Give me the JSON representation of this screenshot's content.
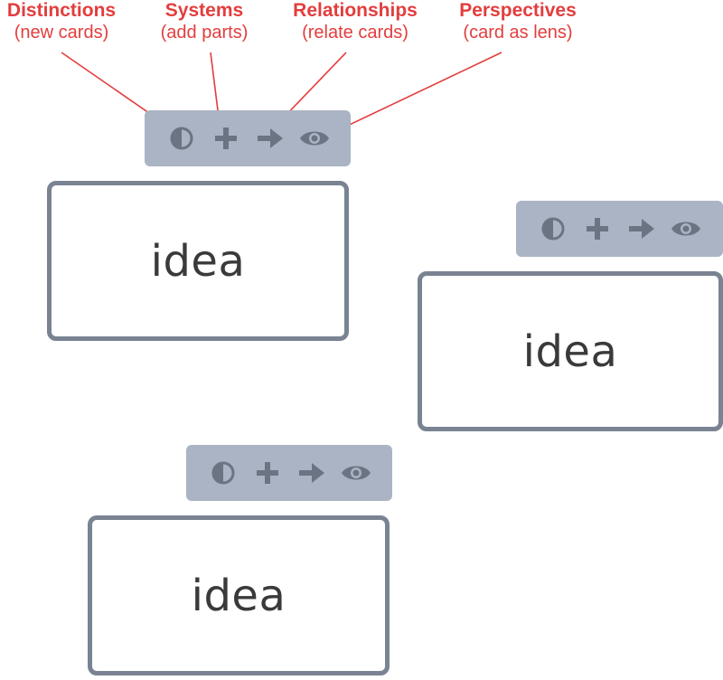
{
  "annotations": [
    {
      "title": "Distinctions",
      "subtitle": "(new cards)"
    },
    {
      "title": "Systems",
      "subtitle": "(add parts)"
    },
    {
      "title": "Relationships",
      "subtitle": "(relate cards)"
    },
    {
      "title": "Perspectives",
      "subtitle": "(card as lens)"
    }
  ],
  "toolbar_icons": [
    "half-circle-icon",
    "plus-icon",
    "arrow-right-icon",
    "eye-icon"
  ],
  "cards": [
    {
      "label": "idea"
    },
    {
      "label": "idea"
    },
    {
      "label": "idea"
    }
  ],
  "colors": {
    "annotation": "#e33d3d",
    "toolbar_bg": "#aab4c4",
    "icon": "#6b7483",
    "card_border": "#7a8392",
    "card_text": "#3a3a3a"
  }
}
